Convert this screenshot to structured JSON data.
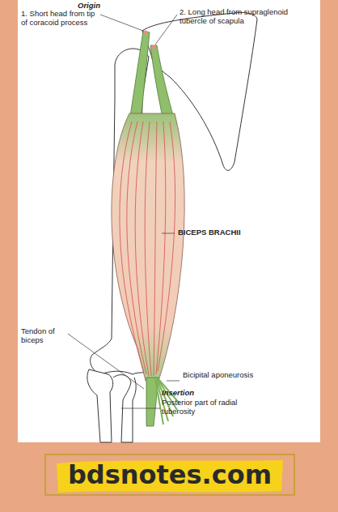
{
  "diagram": {
    "nodes": [
      {
        "text": [
          "bdsnotes.com"
        ]
      }
    ],
    "labels": [
      "Origin",
      "1. Short head from tip of coracoid process",
      "2. Long head from supraglenoid tubercle of scapula",
      "BICEPS BRACHII",
      "Tendon of biceps",
      "Bicipital aponeurosis",
      "Insertion",
      "Posterior part of radial tuberosity"
    ]
  }
}
